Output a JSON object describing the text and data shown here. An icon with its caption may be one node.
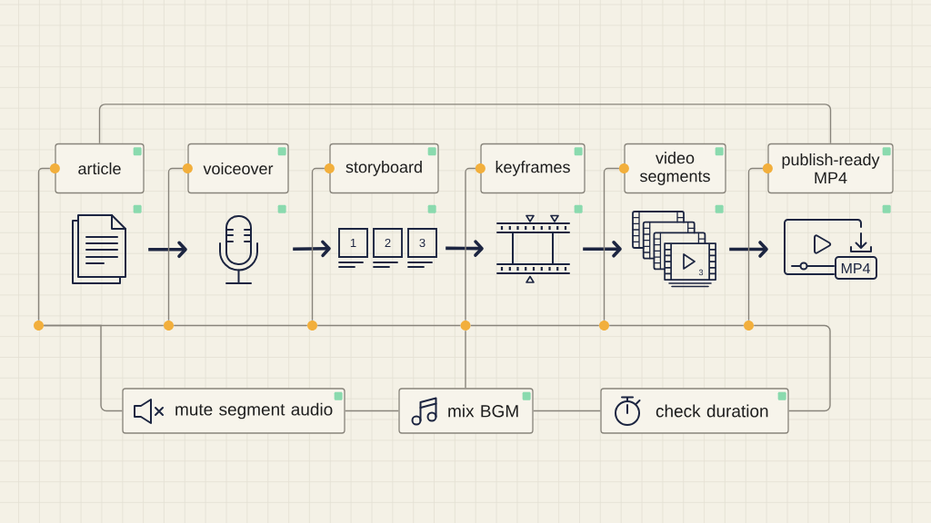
{
  "diagram": {
    "nodes": [
      {
        "text": [
          "article"
        ]
      },
      {
        "text": [
          "voiceover"
        ]
      },
      {
        "text": [
          "storyboard"
        ]
      },
      {
        "text": [
          "keyframes"
        ]
      },
      {
        "text": [
          "video segments"
        ]
      },
      {
        "text": [
          "publish-ready MP4"
        ]
      },
      {
        "text": [],
        "shape": "picture"
      },
      {
        "text": [],
        "shape": "picture"
      },
      {
        "text": [
          "1",
          "2",
          "3"
        ]
      },
      {
        "text": [],
        "shape": "picture"
      },
      {
        "text": [
          "3"
        ]
      },
      {
        "text": [
          "MP4"
        ]
      },
      {
        "text": [
          "mute segment audio"
        ]
      },
      {
        "text": [
          "mix BGM"
        ]
      },
      {
        "text": [
          "check duration"
        ]
      },
      {
        "text": [],
        "shape": "circle"
      },
      {
        "text": [],
        "shape": "circle"
      },
      {
        "text": [],
        "shape": "circle"
      },
      {
        "text": [],
        "shape": "circle"
      },
      {
        "text": [],
        "shape": "circle"
      },
      {
        "text": [],
        "shape": "circle"
      }
    ],
    "edges": [
      {
        "from": 6,
        "to": 7,
        "arrow": "to",
        "style": "thick",
        "color": "#1c2541"
      },
      {
        "from": 7,
        "to": 8,
        "arrow": "to",
        "style": "thick",
        "color": "#1c2541"
      },
      {
        "from": 8,
        "to": 9,
        "arrow": "to",
        "style": "thick",
        "color": "#1c2541"
      },
      {
        "from": 9,
        "to": 10,
        "arrow": "to",
        "style": "thick",
        "color": "#1c2541"
      },
      {
        "from": 10,
        "to": 11,
        "arrow": "to",
        "style": "thick",
        "color": "#1c2541"
      },
      {
        "from": 0,
        "to": 5,
        "arrow": "none"
      },
      {
        "from": 15,
        "to": 0,
        "arrow": "none"
      },
      {
        "from": 16,
        "to": 1,
        "arrow": "none"
      },
      {
        "from": 17,
        "to": 2,
        "arrow": "none"
      },
      {
        "from": 18,
        "to": 3,
        "arrow": "none"
      },
      {
        "from": 19,
        "to": 4,
        "arrow": "none"
      },
      {
        "from": 20,
        "to": 5,
        "arrow": "none"
      },
      {
        "from": 15,
        "to": 16,
        "arrow": "none"
      },
      {
        "from": 16,
        "to": 17,
        "arrow": "none"
      },
      {
        "from": 17,
        "to": 18,
        "arrow": "none"
      },
      {
        "from": 18,
        "to": 19,
        "arrow": "none"
      },
      {
        "from": 19,
        "to": 20,
        "arrow": "none"
      },
      {
        "from": 15,
        "to": 12,
        "arrow": "none"
      },
      {
        "from": 12,
        "to": 13,
        "arrow": "none"
      },
      {
        "from": 18,
        "to": 13,
        "arrow": "none"
      },
      {
        "from": 13,
        "to": 14,
        "arrow": "none"
      },
      {
        "from": 14,
        "to": 20,
        "arrow": "none"
      }
    ]
  }
}
